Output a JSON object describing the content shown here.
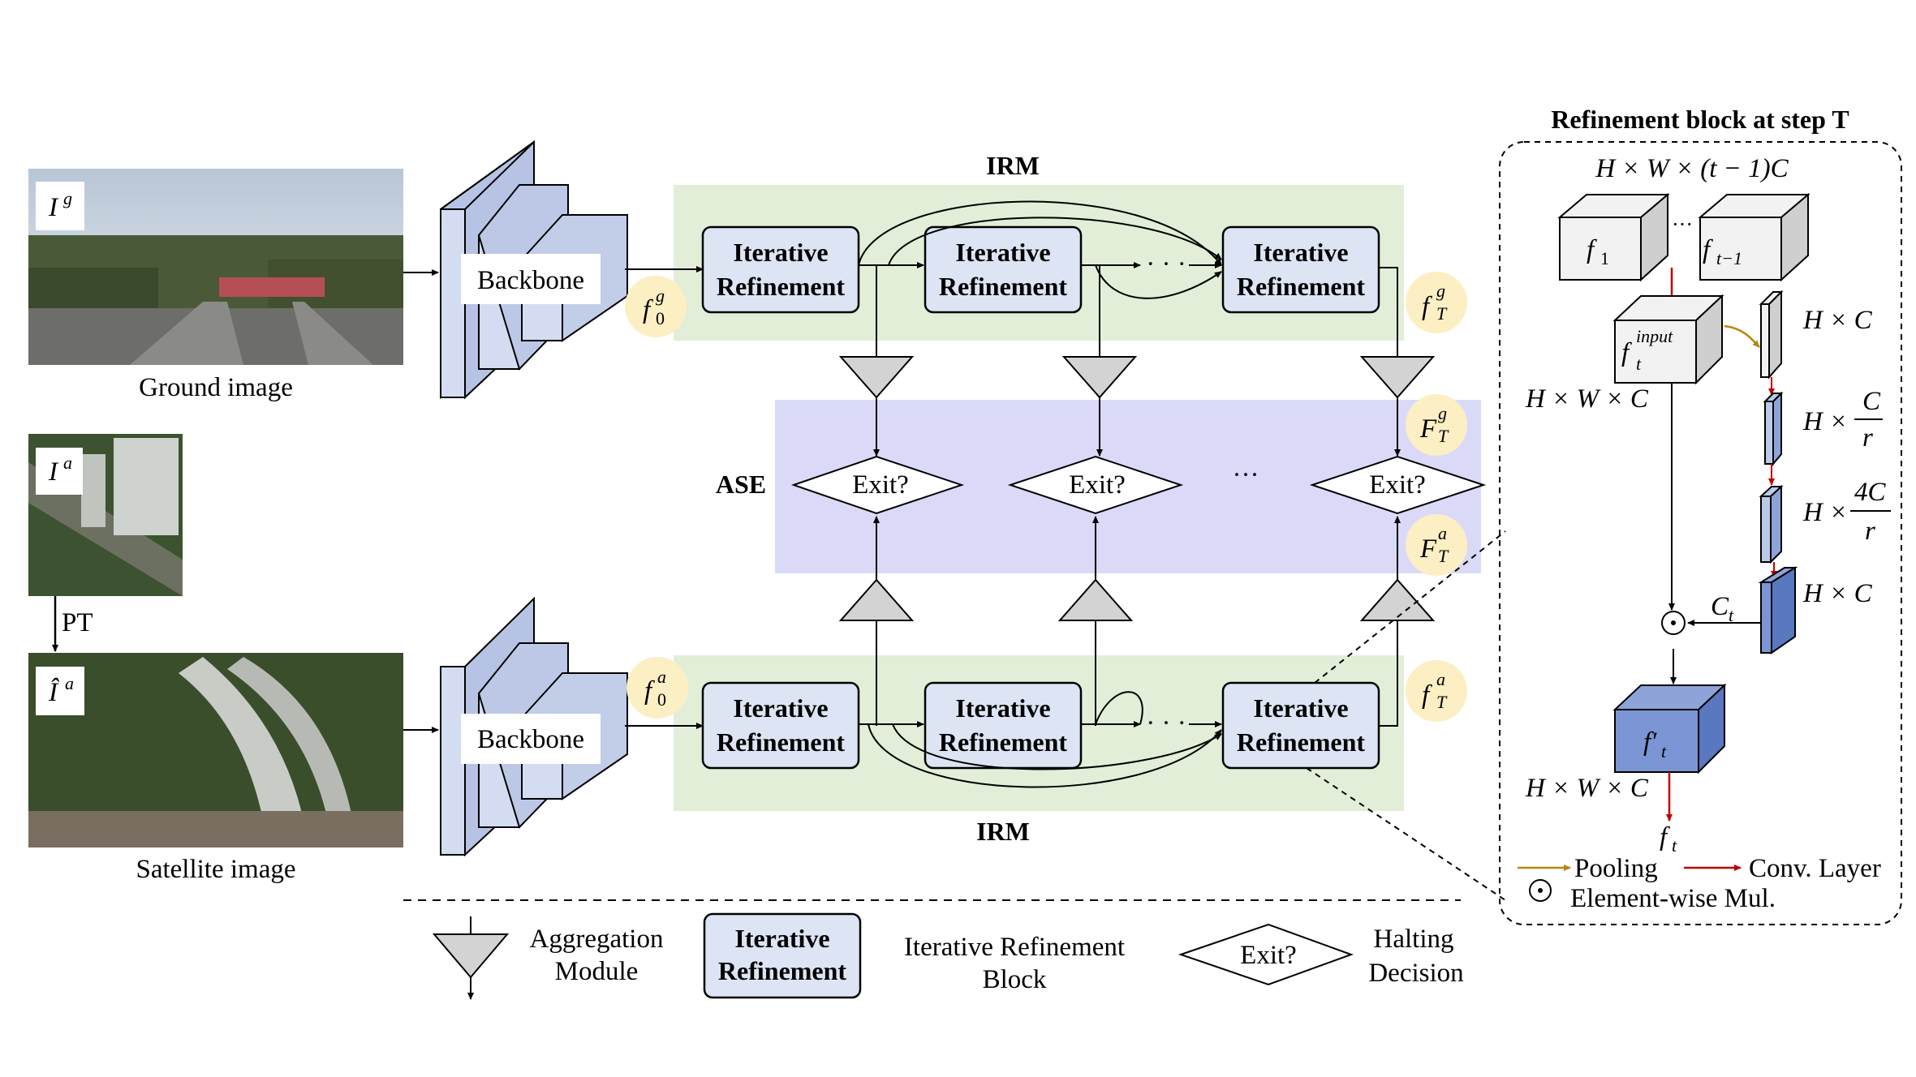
{
  "ground": {
    "symbol": "I",
    "sup": "g",
    "caption": "Ground image"
  },
  "aerial": {
    "symbol": "I",
    "sup": "a",
    "pt_label": "PT"
  },
  "satellite": {
    "symbol": "Î",
    "sup": "a",
    "caption": "Satellite image"
  },
  "backbone_label": "Backbone",
  "irm_label": "IRM",
  "ase_label": "ASE",
  "refine_line1": "Iterative",
  "refine_line2": "Refinement",
  "exit_label": "Exit?",
  "ellipsis": "· · ·",
  "ellipsis_mid": "···",
  "features": {
    "f0g": {
      "base": "f",
      "sup": "g",
      "sub": "0"
    },
    "fTg": {
      "base": "f",
      "sup": "g",
      "sub": "T"
    },
    "FTg": {
      "base": "F",
      "sup": "g",
      "sub": "T"
    },
    "FTa": {
      "base": "F",
      "sup": "a",
      "sub": "T"
    },
    "f0a": {
      "base": "f",
      "sup": "a",
      "sub": "0"
    },
    "fTa": {
      "base": "f",
      "sup": "a",
      "sub": "T"
    }
  },
  "inset": {
    "title": "Refinement block at step T",
    "dims_top": "H × W × (t − 1)C",
    "f1": {
      "base": "f",
      "sub": "1"
    },
    "ftm1": {
      "base": "f",
      "sub": "t−1"
    },
    "finput": {
      "base": "f",
      "sup": "input",
      "sub": "t"
    },
    "dims_input": "H × W × C",
    "hc1": "H × C",
    "hcr_prefix": "H ×",
    "frac1_num": "C",
    "frac1_den": "r",
    "frac2_num": "4C",
    "frac2_den": "r",
    "hc2": "H × C",
    "ct": {
      "base": "C",
      "sub": "t"
    },
    "fprime": {
      "base": "f′",
      "sub": "t"
    },
    "dims_out": "H × W × C",
    "ft": {
      "base": "f",
      "sub": "t"
    },
    "legend_pooling": "Pooling",
    "legend_conv": "Conv. Layer",
    "legend_elem": "Element-wise Mul."
  },
  "legend": {
    "agg_line1": "Aggregation",
    "agg_line2": "Module",
    "irb_line1": "Iterative Refinement",
    "irb_line2": "Block",
    "halt_line1": "Halting",
    "halt_line2": "Decision"
  },
  "colors": {
    "green_band": "#e3eed8",
    "purple_band": "#dadaf8",
    "block_fill": "#dde4f3",
    "feature_circle": "#fcefc4",
    "triangle_fill": "#d3d3d3",
    "cube_blue": "#6f8fd1",
    "red_arrow": "#c00000",
    "gold_arrow": "#b8860b"
  }
}
